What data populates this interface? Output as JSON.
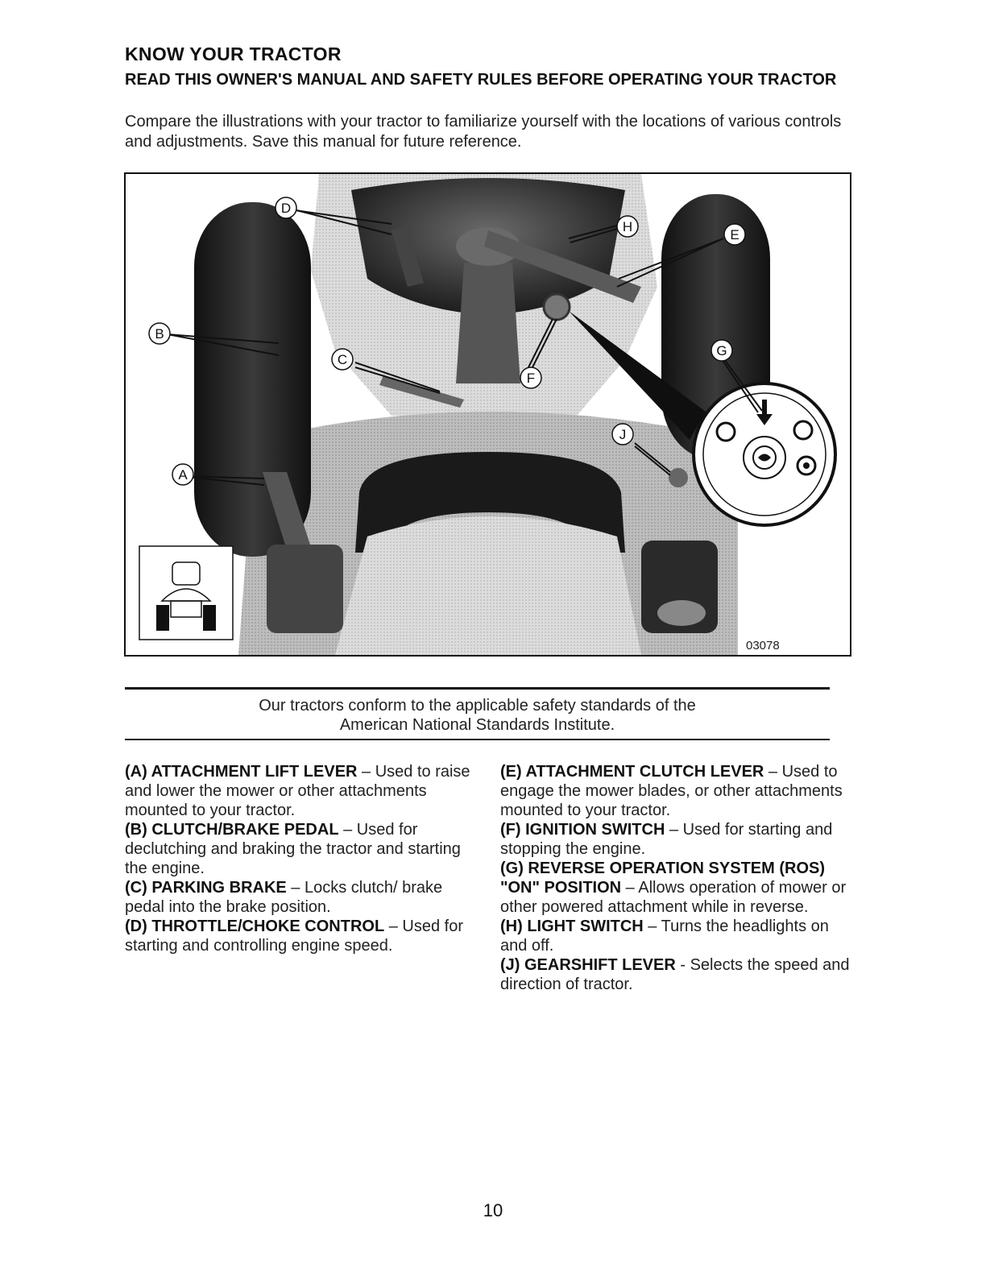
{
  "header": {
    "title": "KNOW YOUR TRACTOR",
    "subtitle": "READ THIS OWNER'S MANUAL AND SAFETY RULES BEFORE OPERATING YOUR TRACTOR",
    "intro": "Compare the illustrations with your tractor to familiarize yourself with the locations of various controls and adjustments. Save this manual for future reference."
  },
  "figure": {
    "callouts": {
      "a": "A",
      "b": "B",
      "c": "C",
      "d": "D",
      "e": "E",
      "f": "F",
      "g": "G",
      "h": "H",
      "j": "J"
    },
    "code": "03078"
  },
  "standards_note": {
    "line1": "Our tractors conform to the applicable safety standards of the",
    "line2": "American National Standards Institute."
  },
  "controls_left": [
    {
      "term": "(A) ATTACHMENT LIFT LEVER",
      "desc": " – Used to raise and lower the mower or other attachments mounted to your tractor."
    },
    {
      "term": "(B) CLUTCH/BRAKE PEDAL",
      "desc": " – Used for declutching and braking the tractor and starting the engine."
    },
    {
      "term": "(C) PARKING BRAKE",
      "desc": " – Locks clutch/ brake pedal into the brake position."
    },
    {
      "term": "(D) THROTTLE/CHOKE CONTROL",
      "desc": " – Used for starting and controlling engine speed."
    }
  ],
  "controls_right": [
    {
      "term": "(E) ATTACHMENT CLUTCH LEVER",
      "desc": " – Used to engage the mower blades, or other attachments mounted to your tractor."
    },
    {
      "term": "(F) IGNITION SWITCH",
      "desc": " – Used for starting and stopping the engine."
    },
    {
      "term": "(G) REVERSE OPERATION SYSTEM (ROS) \"ON\" POSITION",
      "desc": " – Allows operation of mower or other powered attachment while in reverse."
    },
    {
      "term": "(H) LIGHT SWITCH",
      "desc": " – Turns the headlights on and off."
    },
    {
      "term": "(J) GEARSHIFT LEVER",
      "desc": " - Selects the speed and direction of tractor."
    }
  ],
  "footer": {
    "page_number": "10"
  }
}
